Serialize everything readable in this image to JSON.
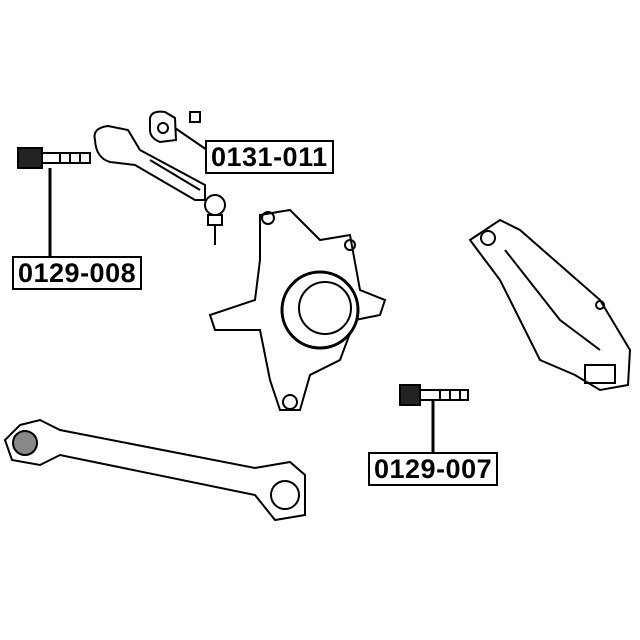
{
  "labels": {
    "part_a": "0131-011",
    "part_b": "0129-008",
    "part_c": "0129-007"
  }
}
